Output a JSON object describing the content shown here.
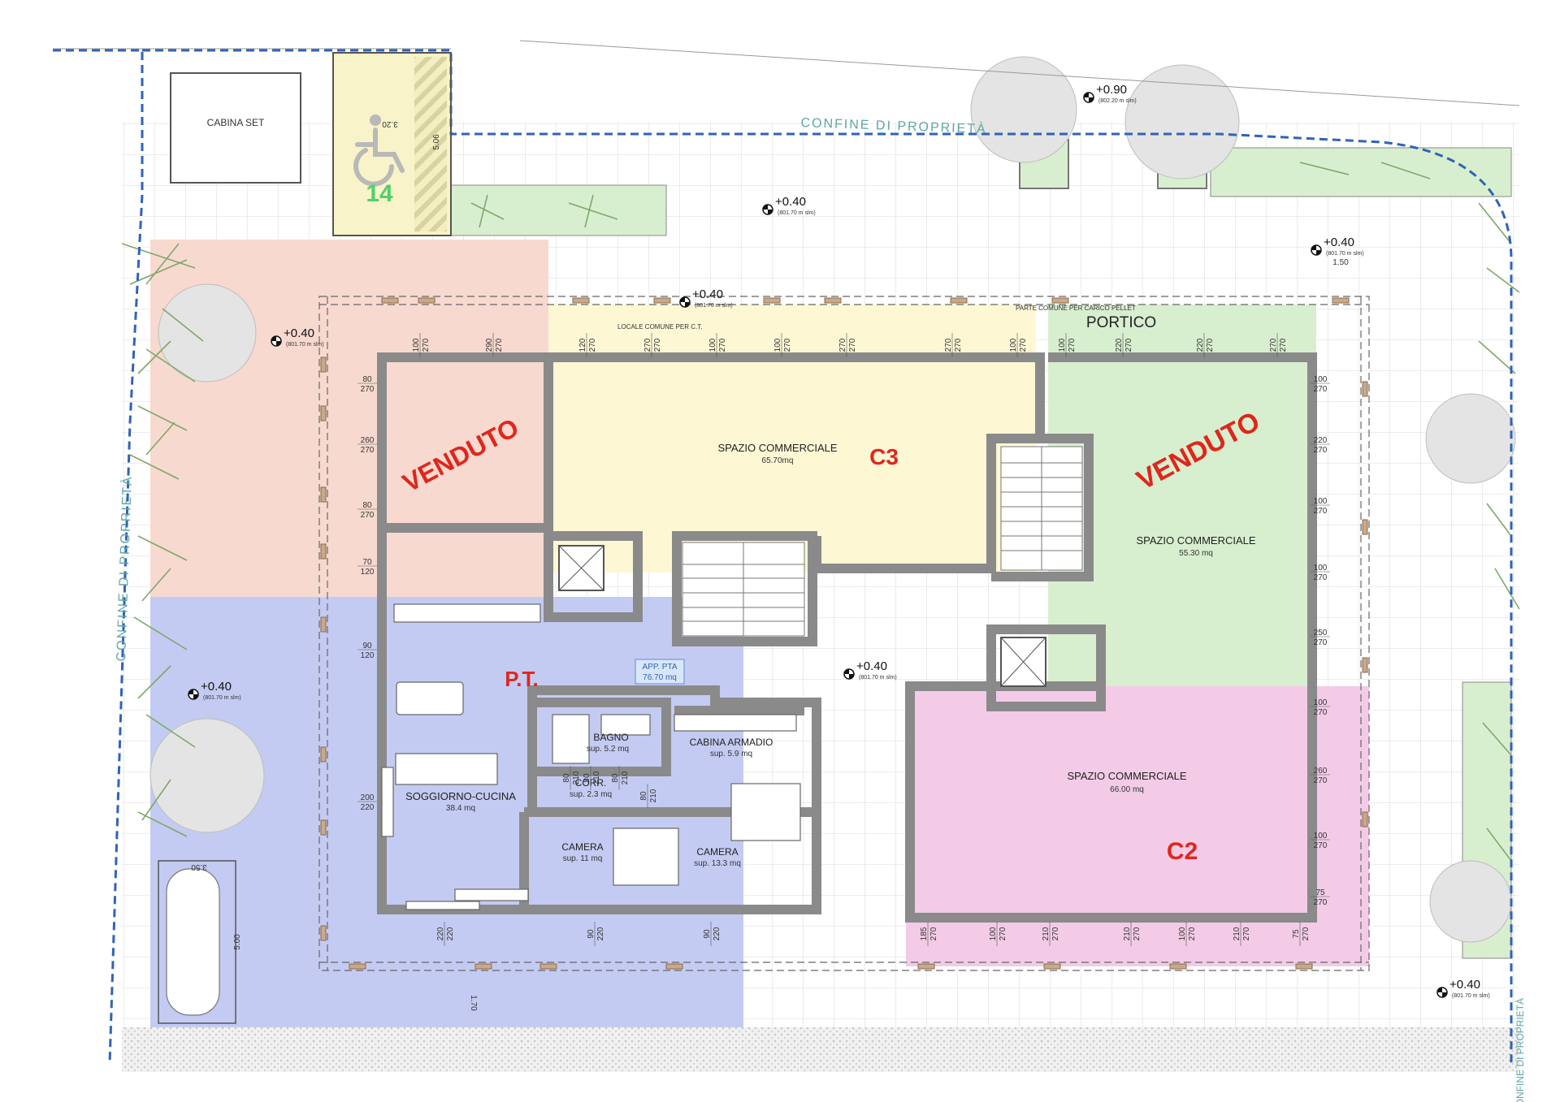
{
  "labels": {
    "cabina_set": "CABINA SET",
    "parking_number": "14",
    "confine_top": "CONFINE DI PROPRIETÀ",
    "confine_left": "CONFINE DI PROPRIETÀ",
    "confine_right": "CONFINE DI PROPRIETÀ",
    "portico": "PORTICO",
    "locale_comune": "LOCALE COMUNE PER C.T.",
    "parte_comune": "PARTE COMUNE PER CARICO PELLET",
    "venduto": "VENDUTO",
    "unit_c3": "C3",
    "unit_c2": "C2",
    "unit_pt": "P.T."
  },
  "levels": [
    {
      "id": "lv-top",
      "value": "+0.90",
      "slm": "(802.20 m slm)"
    },
    {
      "id": "lv-courtyard",
      "value": "+0.40",
      "slm": "(801.70 m slm)"
    },
    {
      "id": "lv-right-top",
      "value": "+0.40",
      "slm": "(801.70 m slm)"
    },
    {
      "id": "lv-portico",
      "value": "+0.40",
      "slm": "(801.70 m slm)"
    },
    {
      "id": "lv-left-upper",
      "value": "+0.40",
      "slm": "(801.70 m slm)"
    },
    {
      "id": "lv-left-lower",
      "value": "+0.40",
      "slm": "(801.70 m slm)"
    },
    {
      "id": "lv-center",
      "value": "+0.40",
      "slm": "(801.70 m slm)"
    },
    {
      "id": "lv-right-bottom",
      "value": "+0.40",
      "slm": "(801.70 m slm)"
    }
  ],
  "units": {
    "c3": {
      "name": "SPAZIO COMMERCIALE",
      "area": "65.70mq"
    },
    "right_venduto": {
      "name": "SPAZIO COMMERCIALE",
      "area": "55.30 mq"
    },
    "c2": {
      "name": "SPAZIO COMMERCIALE",
      "area": "66.00 mq"
    },
    "apartment_tag": {
      "line1": "APP. PTA",
      "line2": "76.70 mq"
    }
  },
  "rooms": [
    {
      "id": "soggiorno",
      "name": "SOGGIORNO-CUCINA",
      "area": "38.4 mq"
    },
    {
      "id": "bagno",
      "name": "BAGNO",
      "area": "sup. 5.2 mq"
    },
    {
      "id": "cabina",
      "name": "CABINA ARMADIO",
      "area": "sup. 5.9 mq"
    },
    {
      "id": "corr",
      "name": "CORR.",
      "area": "sup. 2.3 mq"
    },
    {
      "id": "camera1",
      "name": "CAMERA",
      "area": "sup. 11 mq"
    },
    {
      "id": "camera2",
      "name": "CAMERA",
      "area": "sup. 13.3 mq"
    }
  ],
  "dimensions": {
    "stall_top_w": "3.20",
    "stall_top_h": "5.06",
    "stall_bottom_w": "3.50",
    "stall_bottom_h": "5.00",
    "dist_170": "1.70",
    "dist_150": "1.50"
  },
  "openings": [
    {
      "id": "o1",
      "top": "100",
      "bottom": "270"
    },
    {
      "id": "o2",
      "top": "290",
      "bottom": "270"
    },
    {
      "id": "o3",
      "top": "120",
      "bottom": "270"
    },
    {
      "id": "o4",
      "top": "270",
      "bottom": "270"
    },
    {
      "id": "o5",
      "top": "100",
      "bottom": "270"
    },
    {
      "id": "o6",
      "top": "100",
      "bottom": "270"
    },
    {
      "id": "o7",
      "top": "270",
      "bottom": "270"
    },
    {
      "id": "o8",
      "top": "270",
      "bottom": "270"
    },
    {
      "id": "o9",
      "top": "100",
      "bottom": "270"
    },
    {
      "id": "o10",
      "top": "100",
      "bottom": "270"
    },
    {
      "id": "o11",
      "top": "220",
      "bottom": "270"
    },
    {
      "id": "o12",
      "top": "220",
      "bottom": "270"
    },
    {
      "id": "o13",
      "top": "270",
      "bottom": "270"
    },
    {
      "id": "l1",
      "top": "80",
      "bottom": "270"
    },
    {
      "id": "l2",
      "top": "260",
      "bottom": "270"
    },
    {
      "id": "l3",
      "top": "80",
      "bottom": "270"
    },
    {
      "id": "l4",
      "top": "70",
      "bottom": "120"
    },
    {
      "id": "l5",
      "top": "90",
      "bottom": "120"
    },
    {
      "id": "l6",
      "top": "200",
      "bottom": "220"
    },
    {
      "id": "r1",
      "top": "100",
      "bottom": "270"
    },
    {
      "id": "r2",
      "top": "220",
      "bottom": "270"
    },
    {
      "id": "r3",
      "top": "100",
      "bottom": "270"
    },
    {
      "id": "r4",
      "top": "100",
      "bottom": "270"
    },
    {
      "id": "r5",
      "top": "250",
      "bottom": "270"
    },
    {
      "id": "r6",
      "top": "100",
      "bottom": "270"
    },
    {
      "id": "r7",
      "top": "260",
      "bottom": "270"
    },
    {
      "id": "r8",
      "top": "100",
      "bottom": "270"
    },
    {
      "id": "r9",
      "top": "75",
      "bottom": "270"
    },
    {
      "id": "b1",
      "top": "220",
      "bottom": "220"
    },
    {
      "id": "b2",
      "top": "90",
      "bottom": "220"
    },
    {
      "id": "b3",
      "top": "90",
      "bottom": "220"
    },
    {
      "id": "b4",
      "top": "185",
      "bottom": "270"
    },
    {
      "id": "b5",
      "top": "100",
      "bottom": "270"
    },
    {
      "id": "b6",
      "top": "210",
      "bottom": "270"
    },
    {
      "id": "b7",
      "top": "210",
      "bottom": "270"
    },
    {
      "id": "b8",
      "top": "100",
      "bottom": "270"
    },
    {
      "id": "b9",
      "top": "210",
      "bottom": "270"
    },
    {
      "id": "b10",
      "top": "75",
      "bottom": "270"
    },
    {
      "id": "i1",
      "top": "80",
      "bottom": "210"
    },
    {
      "id": "i2",
      "top": "80",
      "bottom": "210"
    },
    {
      "id": "i3",
      "top": "80",
      "bottom": "210"
    },
    {
      "id": "i4",
      "top": "80",
      "bottom": "210"
    }
  ],
  "colors": {
    "venduto_red": "#e0261c",
    "pink_zone": "#f8d9cf",
    "yellow_zone": "#fdf7d4",
    "green_zone": "#d8efcf",
    "blue_zone": "#c4cbf2",
    "magenta_zone": "#f3cbe6",
    "confine_blue": "#2f63b8"
  }
}
